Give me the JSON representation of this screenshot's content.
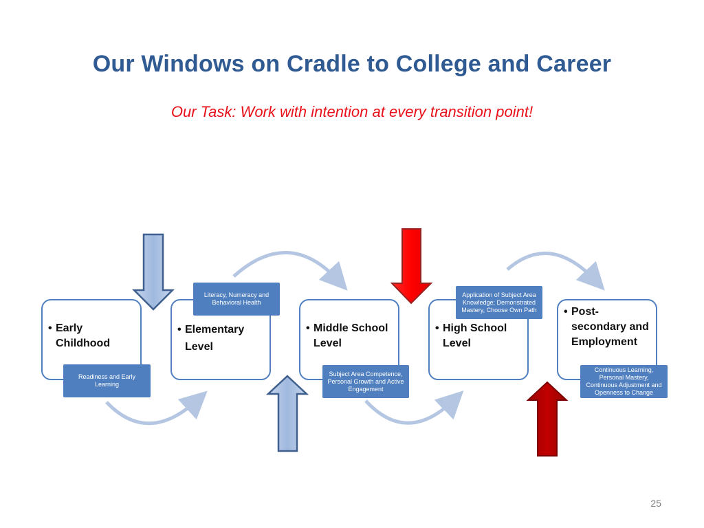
{
  "slide": {
    "title": "Our Windows on Cradle to College and Career",
    "subtitle": "Our Task:  Work with intention at every transition point!",
    "page_number": "25"
  },
  "stages": [
    {
      "label": "Early Childhood",
      "caption": "Readiness and Early Learning"
    },
    {
      "label": "Elementary Level",
      "caption": "Literacy, Numeracy and Behavioral Health"
    },
    {
      "label": "Middle School Level",
      "caption": "Subject Area Competence, Personal Growth and Active Engagement"
    },
    {
      "label": "High School Level",
      "caption": "Application of Subject Area Knowledge; Demonstrated Mastery, Choose Own Path"
    },
    {
      "label": "Post-secondary and Employment",
      "caption": "Continuous Learning, Personal Mastery, Continuous Adjustment and Openness to Change"
    }
  ],
  "colors": {
    "title": "#2f5a92",
    "subtitle": "#e8101a",
    "box_border": "#4f7fbe",
    "caption_fill": "#4f7fbe",
    "curve_arrow": "#b4c6e2",
    "blue_arrow": "#9fb8de",
    "red_arrow_bright": "#ff0000",
    "red_arrow_dark": "#c00000"
  },
  "icons": [
    "down-arrow-icon",
    "up-arrow-icon",
    "curved-arrow-icon"
  ]
}
